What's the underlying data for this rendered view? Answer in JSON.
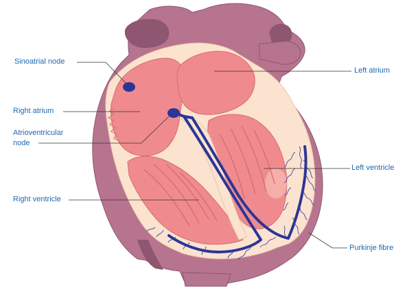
{
  "labels": {
    "sinoatrial_node": "Sinoatrial node",
    "right_atrium": "Right atrium",
    "atrioventricular_node": "Atrioventricular\nnode",
    "right_ventricle": "Right ventricle",
    "left_atrium": "Left atrium",
    "left_ventricle": "Left ventricle",
    "purkinje_fibre": "Purkinje fibre"
  },
  "colors": {
    "label_text": "#1f67b1",
    "leader_line": "#333333",
    "heart_outer": "#b7748f",
    "heart_outer_dark": "#8e5670",
    "myocardium": "#fbe3cf",
    "chamber": "#ef8b8e",
    "chamber_light": "#f6a9a6",
    "conduction": "#2b3596",
    "purkinje_fine": "#3a44a6"
  }
}
